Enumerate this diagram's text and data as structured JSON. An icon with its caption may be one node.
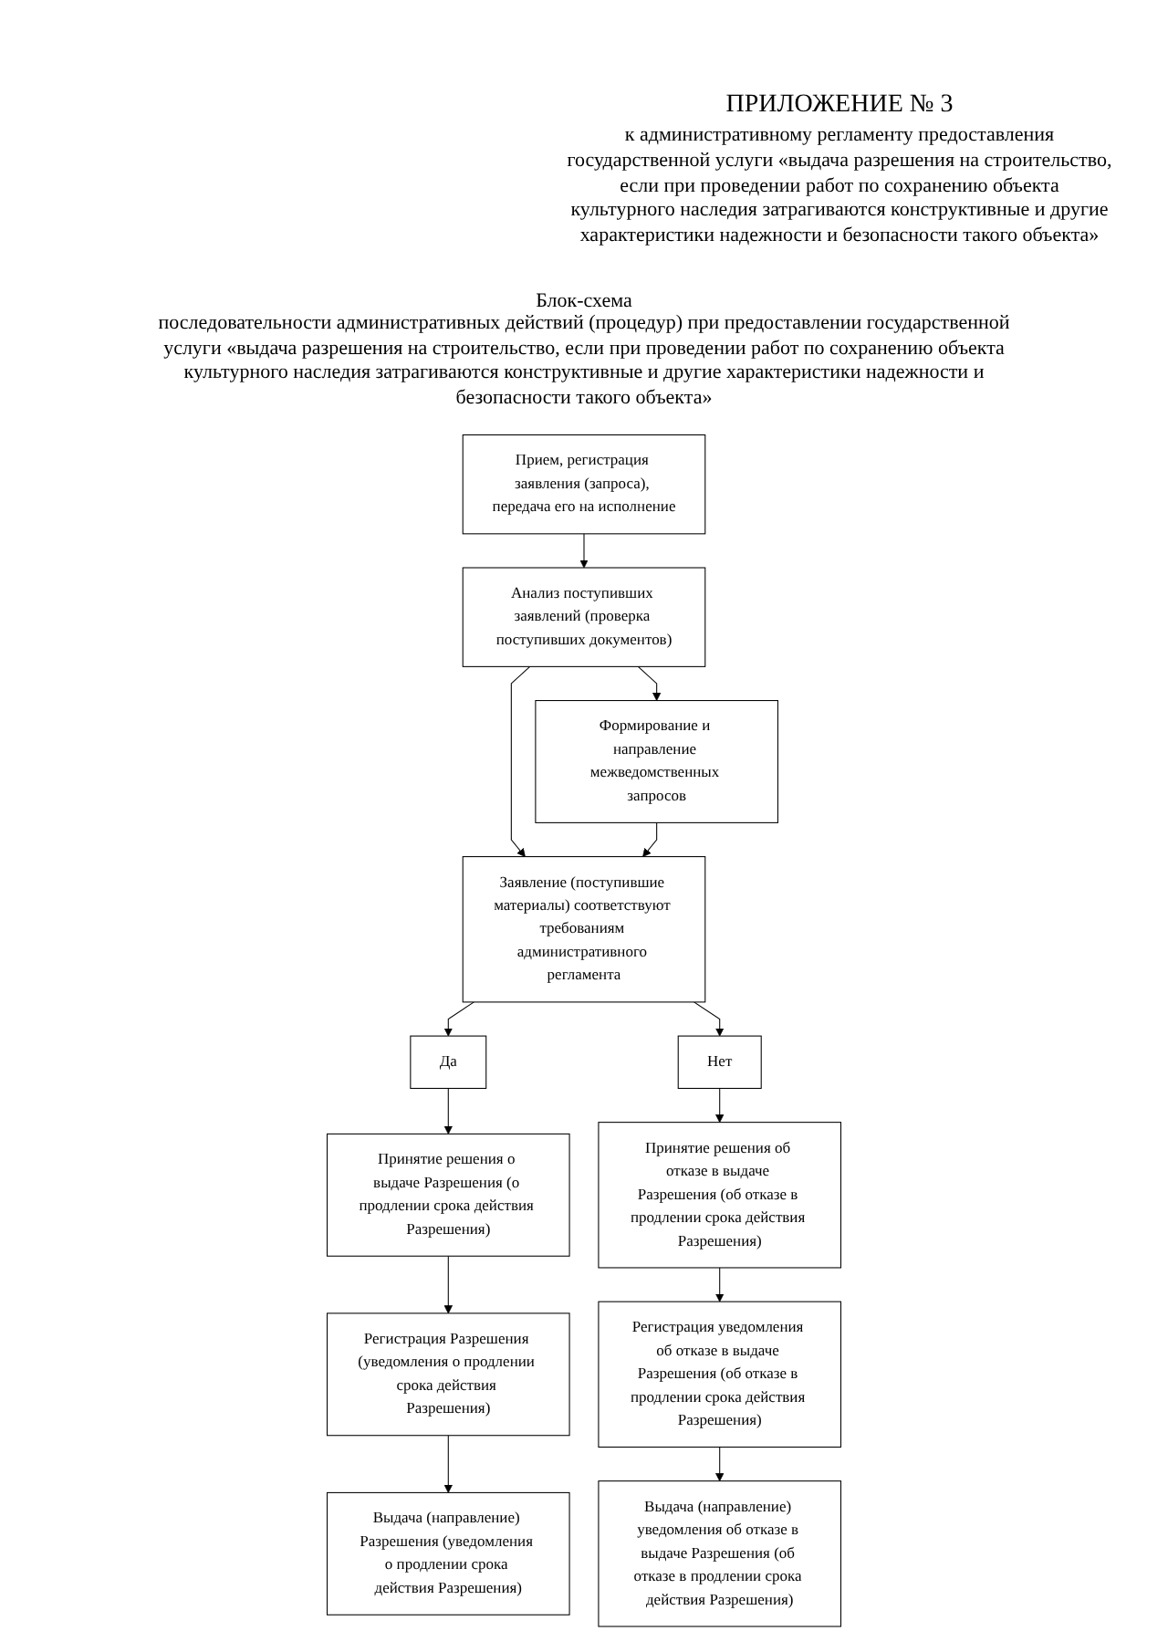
{
  "diagram": {
    "title": "ПРИЛОЖЕНИЕ № 3",
    "nodes": [
      {
        "text": [
          "Прием, регистрация заявления (запроса), передача его на исполнение"
        ]
      },
      {
        "text": [
          "Анализ поступивших заявлений (проверка поступивших документов)"
        ]
      },
      {
        "text": [
          "Формирование и направление межведомственных запросов"
        ]
      },
      {
        "text": [
          "Заявление (поступившие материалы) соответствуют требованиям административного регламента"
        ]
      },
      {
        "text": [
          "Да"
        ]
      },
      {
        "text": [
          "Нет"
        ]
      },
      {
        "text": [
          "Принятие решения о выдаче Разрешения (о продлении срока действия Разрешения)"
        ]
      },
      {
        "text": [
          "Регистрация Разрешения (уведомления о продлении срока действия Разрешения)"
        ]
      },
      {
        "text": [
          "Выдача (направление) Разрешения (уведомления о продлении срока действия Разрешения)"
        ]
      },
      {
        "text": [
          "Принятие решения об отказе в выдаче Разрешения (об отказе в продлении срока действия Разрешения)"
        ]
      },
      {
        "text": [
          "Регистрация уведомления об отказе в выдаче Разрешения (об отказе в продлении срока действия Разрешения)"
        ]
      },
      {
        "text": [
          "Выдача (направление) уведомления об отказе в выдаче Разрешения (об отказе в продлении срока действия Разрешения)"
        ]
      }
    ],
    "edges": [
      {
        "from": 0,
        "to": 1,
        "arrow": "to"
      },
      {
        "from": 1,
        "to": 2,
        "arrow": "to"
      },
      {
        "from": 1,
        "to": 3,
        "arrow": "to"
      },
      {
        "from": 2,
        "to": 3,
        "arrow": "to"
      },
      {
        "from": 3,
        "to": 4,
        "arrow": "to"
      },
      {
        "from": 3,
        "to": 5,
        "arrow": "to"
      },
      {
        "from": 4,
        "to": 6,
        "arrow": "to"
      },
      {
        "from": 6,
        "to": 7,
        "arrow": "to"
      },
      {
        "from": 7,
        "to": 8,
        "arrow": "to"
      },
      {
        "from": 5,
        "to": 9,
        "arrow": "to"
      },
      {
        "from": 9,
        "to": 10,
        "arrow": "to"
      },
      {
        "from": 10,
        "to": 11,
        "arrow": "to"
      }
    ],
    "labels": [
      "к административному регламенту предоставления государственной услуги «выдача разрешения на строительство, если при проведении работ по сохранению объекта культурного наследия затрагиваются конструктивные и другие характеристики надежности и безопасности такого объекта»",
      "Блок-схема",
      "последовательности административных действий (процедур) при предоставлении государственной услуги «выдача разрешения на строительство, если при проведении работ по сохранению объекта культурного наследия затрагиваются конструктивные и другие характеристики надежности и безопасности такого объекта»"
    ]
  }
}
